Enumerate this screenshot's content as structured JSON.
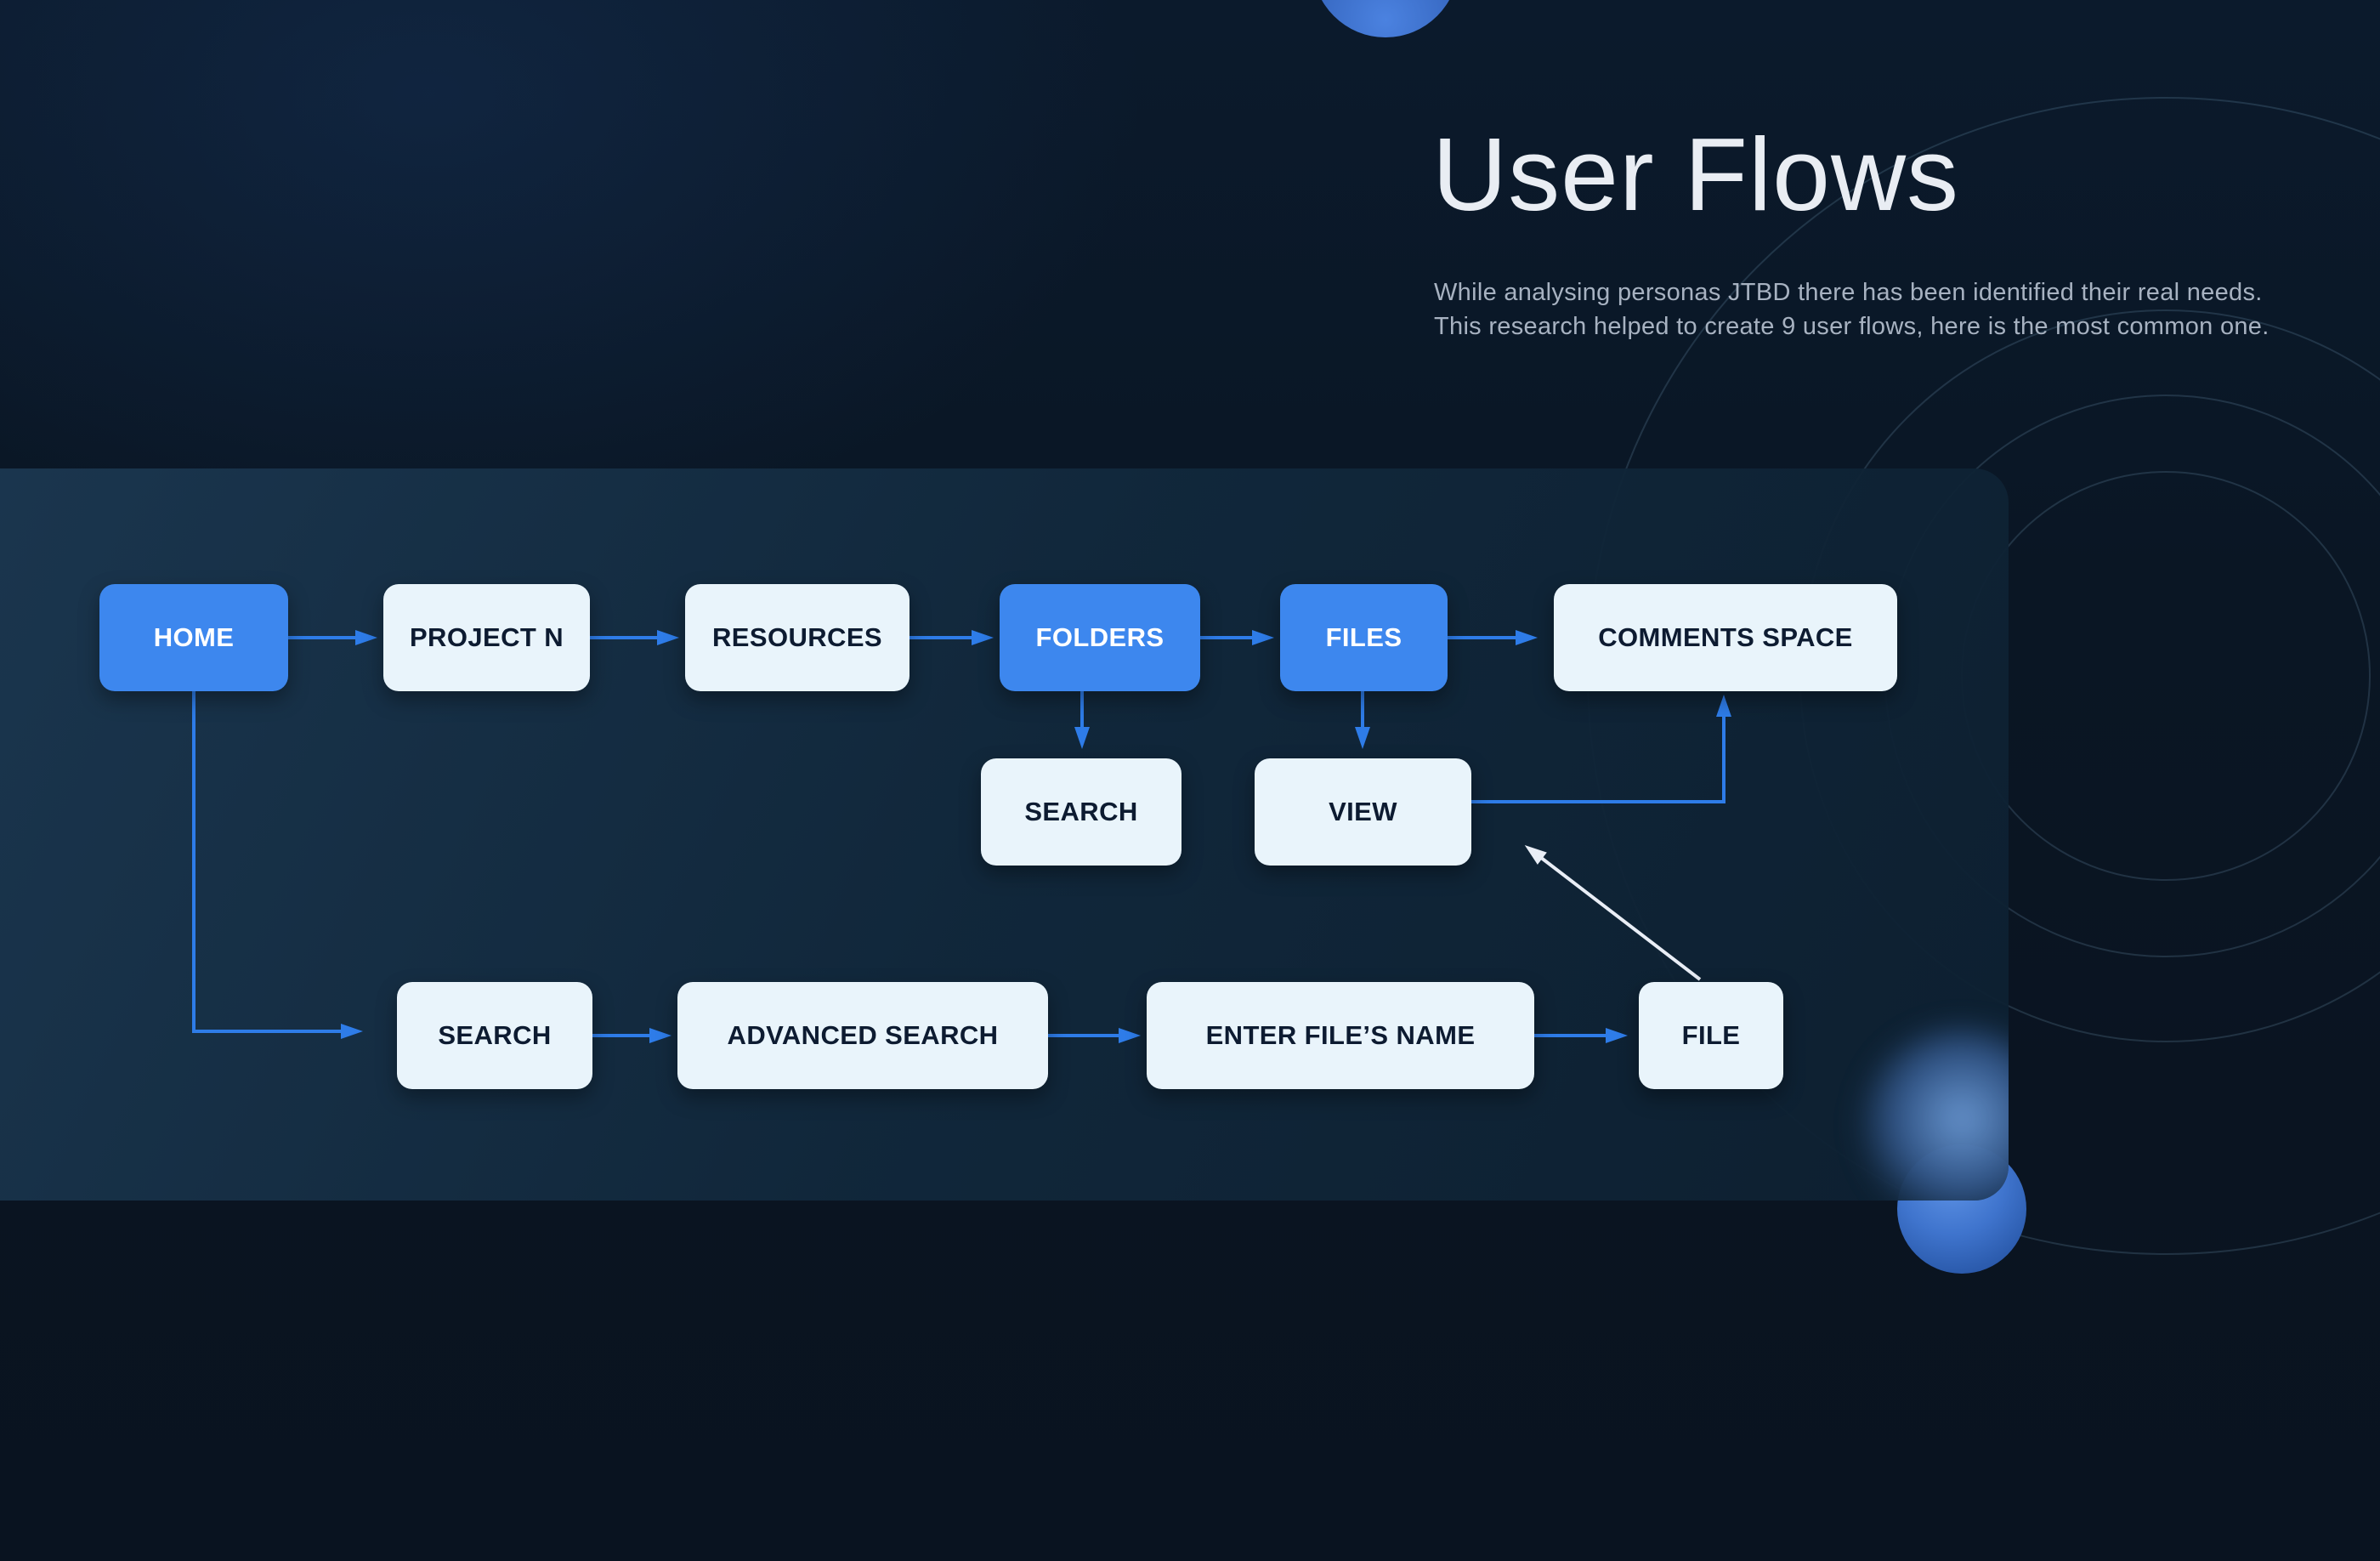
{
  "header": {
    "title": "User Flows",
    "subtitle_line1": "While analysing personas JTBD there has been identified their real needs.",
    "subtitle_line2": "This research helped to create 9 user flows, here is the most common one."
  },
  "flow": {
    "nodes": {
      "home": {
        "label": "HOME",
        "style": "blue"
      },
      "project_n": {
        "label": "PROJECT N",
        "style": "light"
      },
      "resources": {
        "label": "RESOURCES",
        "style": "light"
      },
      "folders": {
        "label": "FOLDERS",
        "style": "blue"
      },
      "files": {
        "label": "FILES",
        "style": "blue"
      },
      "comments_space": {
        "label": "COMMENTS SPACE",
        "style": "light"
      },
      "search_folders": {
        "label": "SEARCH",
        "style": "light"
      },
      "view": {
        "label": "VIEW",
        "style": "light"
      },
      "search_home": {
        "label": "SEARCH",
        "style": "light"
      },
      "advanced_search": {
        "label": "ADVANCED SEARCH",
        "style": "light"
      },
      "enter_files_name": {
        "label": "ENTER FILE’S NAME",
        "style": "light"
      },
      "file": {
        "label": "FILE",
        "style": "light"
      }
    },
    "edges": [
      {
        "from": "home",
        "to": "project_n",
        "color": "blue"
      },
      {
        "from": "project_n",
        "to": "resources",
        "color": "blue"
      },
      {
        "from": "resources",
        "to": "folders",
        "color": "blue"
      },
      {
        "from": "folders",
        "to": "files",
        "color": "blue"
      },
      {
        "from": "files",
        "to": "comments_space",
        "color": "blue"
      },
      {
        "from": "folders",
        "to": "search_folders",
        "color": "blue"
      },
      {
        "from": "files",
        "to": "view",
        "color": "blue"
      },
      {
        "from": "view",
        "to": "comments_space",
        "color": "blue"
      },
      {
        "from": "home",
        "to": "search_home",
        "color": "blue"
      },
      {
        "from": "search_home",
        "to": "advanced_search",
        "color": "blue"
      },
      {
        "from": "advanced_search",
        "to": "enter_files_name",
        "color": "blue"
      },
      {
        "from": "enter_files_name",
        "to": "file",
        "color": "blue"
      },
      {
        "from": "file",
        "to": "view",
        "color": "white"
      }
    ]
  },
  "colors": {
    "background": "#0a1522",
    "panel": "#122a40",
    "accent_blue": "#3d87ee",
    "node_light": "#e9f4fb",
    "node_text_dark": "#0d1b31",
    "arrow_blue": "#2e7ce8",
    "arrow_white": "#e9eef6",
    "title_text": "#e9edf3",
    "subtitle_text": "#a7b2c1"
  }
}
